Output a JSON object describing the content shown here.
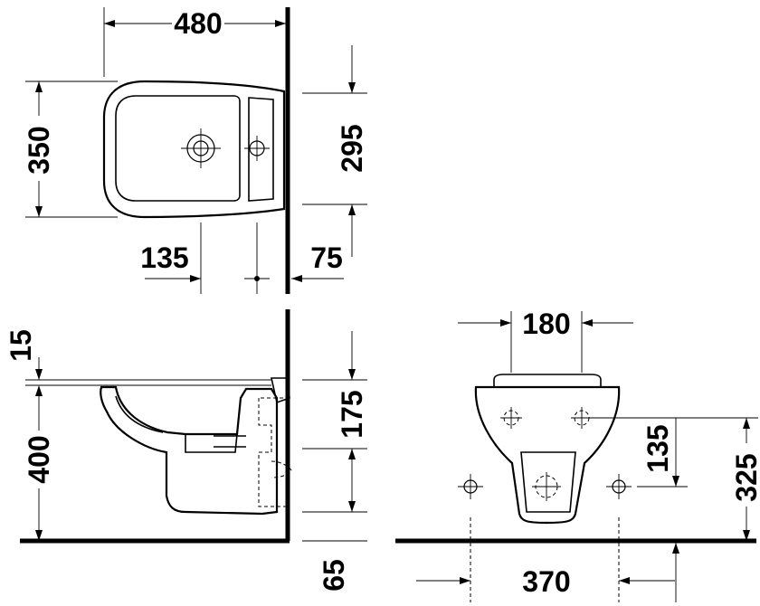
{
  "top_view": {
    "width_label": "480",
    "depth_label": "350",
    "wall_offset_label": "295",
    "tap_offset_label": "135",
    "wall_gap_label": "75"
  },
  "side_view": {
    "rim_thickness_label": "15",
    "rim_height_label": "400",
    "upper_label": "175",
    "lower_label": "65"
  },
  "front_view": {
    "width_label": "180",
    "inlet_height_label": "135",
    "bolt_height_label": "325",
    "bolt_spacing_label": "370"
  }
}
